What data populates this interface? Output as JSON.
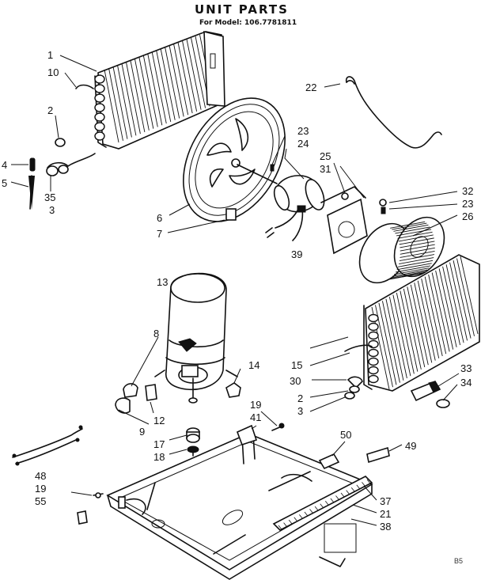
{
  "header": {
    "title": "UNIT PARTS",
    "model_line": "For Model: 106.7781811"
  },
  "callouts": [
    {
      "id": "c1",
      "text": "1"
    },
    {
      "id": "c10",
      "text": "10"
    },
    {
      "id": "c2a",
      "text": "2"
    },
    {
      "id": "c4",
      "text": "4"
    },
    {
      "id": "c5",
      "text": "5"
    },
    {
      "id": "c35",
      "text": "35"
    },
    {
      "id": "c3a",
      "text": "3"
    },
    {
      "id": "c22",
      "text": "22"
    },
    {
      "id": "c23a",
      "text": "23"
    },
    {
      "id": "c24",
      "text": "24"
    },
    {
      "id": "c25",
      "text": "25"
    },
    {
      "id": "c31",
      "text": "31"
    },
    {
      "id": "c32",
      "text": "32"
    },
    {
      "id": "c23b",
      "text": "23"
    },
    {
      "id": "c26",
      "text": "26"
    },
    {
      "id": "c6",
      "text": "6"
    },
    {
      "id": "c7",
      "text": "7"
    },
    {
      "id": "c13",
      "text": "13"
    },
    {
      "id": "c8",
      "text": "8"
    },
    {
      "id": "c14",
      "text": "14"
    },
    {
      "id": "c12",
      "text": "12"
    },
    {
      "id": "c9",
      "text": "9"
    },
    {
      "id": "c17",
      "text": "17"
    },
    {
      "id": "c18",
      "text": "18"
    },
    {
      "id": "c19a",
      "text": "19"
    },
    {
      "id": "c41",
      "text": "41"
    },
    {
      "id": "c39",
      "text": "39"
    },
    {
      "id": "c15",
      "text": "15"
    },
    {
      "id": "c30",
      "text": "30"
    },
    {
      "id": "c2b",
      "text": "2"
    },
    {
      "id": "c3b",
      "text": "3"
    },
    {
      "id": "c33",
      "text": "33"
    },
    {
      "id": "c34",
      "text": "34"
    },
    {
      "id": "c50",
      "text": "50"
    },
    {
      "id": "c49",
      "text": "49"
    },
    {
      "id": "c48",
      "text": "48"
    },
    {
      "id": "c19b",
      "text": "19"
    },
    {
      "id": "c55",
      "text": "55"
    },
    {
      "id": "c37",
      "text": "37"
    },
    {
      "id": "c21",
      "text": "21"
    },
    {
      "id": "c38",
      "text": "38"
    }
  ],
  "corner_mark": "B5"
}
